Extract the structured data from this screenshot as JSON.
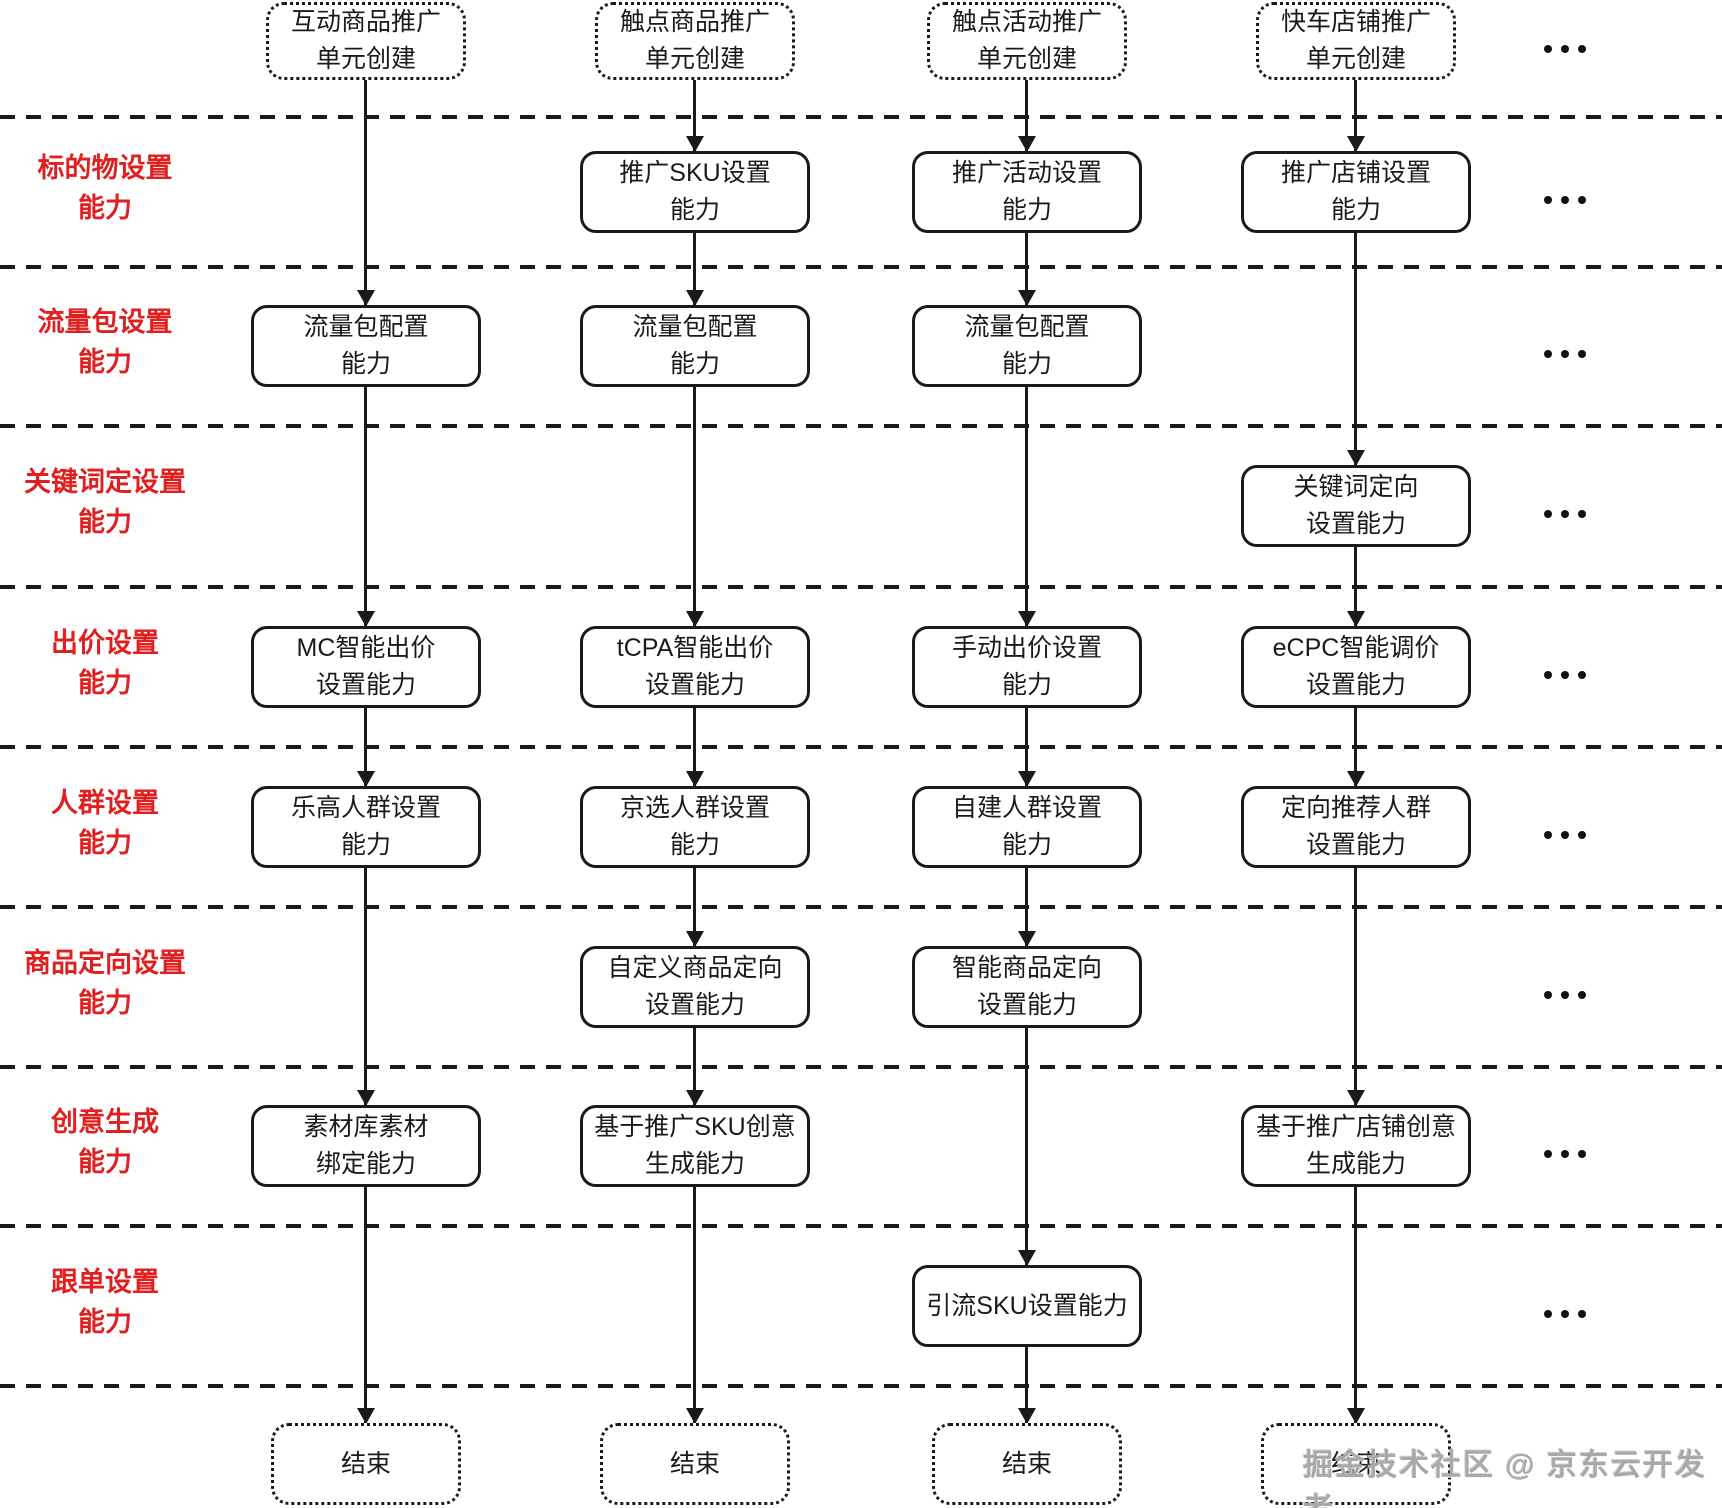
{
  "diagram": {
    "title_hint": "advertising-unit-creation-capability-flowchart",
    "colors": {
      "background": "#ffffff",
      "line": "#1a1a1a",
      "lane_label": "#e02020",
      "watermark": "#a9a9a9"
    },
    "lane_labels": [
      {
        "band": 1,
        "text": "标的物设置\n能力"
      },
      {
        "band": 2,
        "text": "流量包设置\n能力"
      },
      {
        "band": 3,
        "text": "关键词定设置\n能力"
      },
      {
        "band": 4,
        "text": "出价设置\n能力"
      },
      {
        "band": 5,
        "text": "人群设置\n能力"
      },
      {
        "band": 6,
        "text": "商品定向设置\n能力"
      },
      {
        "band": 7,
        "text": "创意生成\n能力"
      },
      {
        "band": 8,
        "text": "跟单设置\n能力"
      }
    ],
    "columns": [
      {
        "id": "interactive-product",
        "nodes": [
          {
            "band": 0,
            "type": "start",
            "lines": [
              "互动商品推广",
              "单元创建"
            ]
          },
          {
            "band": 2,
            "type": "box",
            "lines": [
              "流量包配置",
              "能力"
            ]
          },
          {
            "band": 4,
            "type": "box",
            "lines": [
              "MC智能出价",
              "设置能力"
            ]
          },
          {
            "band": 5,
            "type": "box",
            "lines": [
              "乐高人群设置",
              "能力"
            ]
          },
          {
            "band": 7,
            "type": "box",
            "lines": [
              "素材库素材",
              "绑定能力"
            ]
          },
          {
            "band": 9,
            "type": "end",
            "lines": [
              "结束"
            ]
          }
        ]
      },
      {
        "id": "touchpoint-product",
        "nodes": [
          {
            "band": 0,
            "type": "start",
            "lines": [
              "触点商品推广",
              "单元创建"
            ]
          },
          {
            "band": 1,
            "type": "box",
            "lines": [
              "推广SKU设置",
              "能力"
            ]
          },
          {
            "band": 2,
            "type": "box",
            "lines": [
              "流量包配置",
              "能力"
            ]
          },
          {
            "band": 4,
            "type": "box",
            "lines": [
              "tCPA智能出价",
              "设置能力"
            ]
          },
          {
            "band": 5,
            "type": "box",
            "lines": [
              "京选人群设置",
              "能力"
            ]
          },
          {
            "band": 6,
            "type": "box",
            "lines": [
              "自定义商品定向",
              "设置能力"
            ]
          },
          {
            "band": 7,
            "type": "box",
            "lines": [
              "基于推广SKU创意",
              "生成能力"
            ]
          },
          {
            "band": 9,
            "type": "end",
            "lines": [
              "结束"
            ]
          }
        ]
      },
      {
        "id": "touchpoint-activity",
        "nodes": [
          {
            "band": 0,
            "type": "start",
            "lines": [
              "触点活动推广",
              "单元创建"
            ]
          },
          {
            "band": 1,
            "type": "box",
            "lines": [
              "推广活动设置",
              "能力"
            ]
          },
          {
            "band": 2,
            "type": "box",
            "lines": [
              "流量包配置",
              "能力"
            ]
          },
          {
            "band": 4,
            "type": "box",
            "lines": [
              "手动出价设置",
              "能力"
            ]
          },
          {
            "band": 5,
            "type": "box",
            "lines": [
              "自建人群设置",
              "能力"
            ]
          },
          {
            "band": 6,
            "type": "box",
            "lines": [
              "智能商品定向",
              "设置能力"
            ]
          },
          {
            "band": 8,
            "type": "box",
            "lines": [
              "引流SKU设置能力"
            ]
          },
          {
            "band": 9,
            "type": "end",
            "lines": [
              "结束"
            ]
          }
        ]
      },
      {
        "id": "kuaiche-shop",
        "nodes": [
          {
            "band": 0,
            "type": "start",
            "lines": [
              "快车店铺推广",
              "单元创建"
            ]
          },
          {
            "band": 1,
            "type": "box",
            "lines": [
              "推广店铺设置",
              "能力"
            ]
          },
          {
            "band": 3,
            "type": "box",
            "lines": [
              "关键词定向",
              "设置能力"
            ]
          },
          {
            "band": 4,
            "type": "box",
            "lines": [
              "eCPC智能调价",
              "设置能力"
            ]
          },
          {
            "band": 5,
            "type": "box",
            "lines": [
              "定向推荐人群",
              "设置能力"
            ]
          },
          {
            "band": 7,
            "type": "box",
            "lines": [
              "基于推广店铺创意",
              "生成能力"
            ]
          },
          {
            "band": 9,
            "type": "end",
            "lines": [
              "结束"
            ]
          }
        ]
      }
    ],
    "ellipsis_bands": [
      0,
      1,
      2,
      3,
      4,
      5,
      6,
      7,
      8
    ],
    "watermark_text": "掘金技术社区 @ 京东云开发者"
  }
}
